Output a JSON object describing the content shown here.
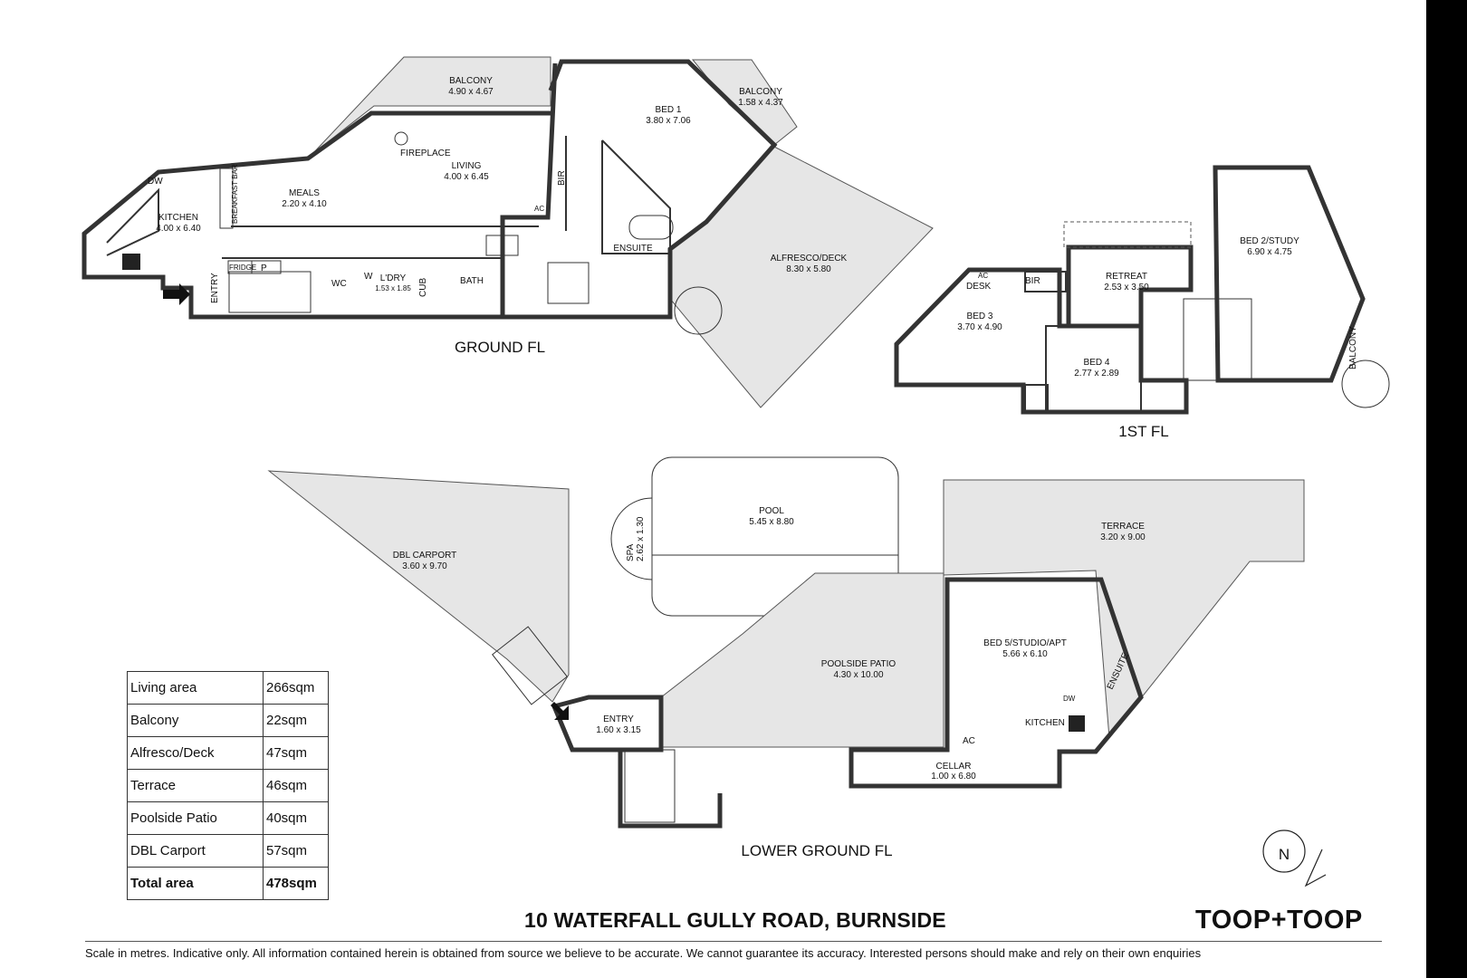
{
  "ground_floor": {
    "title": "GROUND FL",
    "rooms": [
      {
        "name": "BALCONY",
        "size": "4.90 x 4.67"
      },
      {
        "name": "BED 1",
        "size": "3.80 x 7.06"
      },
      {
        "name": "BALCONY",
        "size": "1.58 x 4.37"
      },
      {
        "name": "LIVING",
        "size": "4.00 x 6.45"
      },
      {
        "name": "MEALS",
        "size": "2.20 x 4.10"
      },
      {
        "name": "KITCHEN",
        "size": "4.00 x 6.40"
      },
      {
        "name": "ALFRESCO/DECK",
        "size": "8.30 x 5.80"
      },
      {
        "name": "L'DRY",
        "size": "1.53 x 1.85"
      }
    ],
    "labels": [
      "FIREPLACE",
      "BREAKFAST BAR",
      "DW",
      "AC",
      "BIR",
      "ENSUITE",
      "FRIDGE",
      "P",
      "WC",
      "W",
      "CUB",
      "BATH",
      "ENTRY"
    ]
  },
  "first_floor": {
    "title": "1ST FL",
    "rooms": [
      {
        "name": "RETREAT",
        "size": "2.53 x 3.50"
      },
      {
        "name": "BED 2/STUDY",
        "size": "6.90 x 4.75"
      },
      {
        "name": "BED 3",
        "size": "3.70 x 4.90"
      },
      {
        "name": "BED 4",
        "size": "2.77 x 2.89"
      }
    ],
    "labels": [
      "AC",
      "DESK",
      "BIR",
      "BALCONY"
    ]
  },
  "lower_ground_floor": {
    "title": "LOWER GROUND FL",
    "rooms": [
      {
        "name": "POOL",
        "size": "5.45 x 8.80"
      },
      {
        "name": "SPA",
        "size": "2.62 x 1.30"
      },
      {
        "name": "TERRACE",
        "size": "3.20 x 9.00"
      },
      {
        "name": "DBL CARPORT",
        "size": "3.60 x 9.70"
      },
      {
        "name": "POOLSIDE PATIO",
        "size": "4.30 x 10.00"
      },
      {
        "name": "BED 5/STUDIO/APT",
        "size": "5.66 x 6.10"
      },
      {
        "name": "ENTRY",
        "size": "1.60 x 3.15"
      },
      {
        "name": "CELLAR",
        "size": "1.00 x 6.80"
      }
    ],
    "labels": [
      "ENSUITE",
      "KITCHEN",
      "AC",
      "DW"
    ]
  },
  "area_table": [
    {
      "name": "Living area",
      "value": "266sqm"
    },
    {
      "name": "Balcony",
      "value": "22sqm"
    },
    {
      "name": "Alfresco/Deck",
      "value": "47sqm"
    },
    {
      "name": "Terrace",
      "value": "46sqm"
    },
    {
      "name": "Poolside Patio",
      "value": "40sqm"
    },
    {
      "name": "DBL Carport",
      "value": "57sqm"
    },
    {
      "name": "Total area",
      "value": "478sqm"
    }
  ],
  "compass": "N",
  "address": "10 WATERFALL GULLY ROAD, BURNSIDE",
  "brand": "TOOP+TOOP",
  "disclaimer": "Scale in metres. Indicative only. All information contained herein is obtained from source we believe to be accurate. We cannot guarantee its accuracy. Interested persons should make and rely on their own enquiries",
  "colors": {
    "wall": "#333333",
    "outdoor": "#e6e6e6",
    "frame": "#000000"
  }
}
